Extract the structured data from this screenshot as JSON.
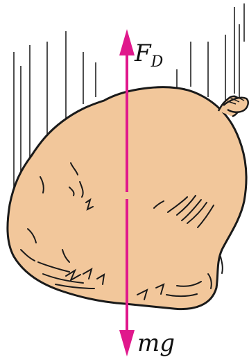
{
  "diagram": {
    "forces": {
      "drag": {
        "symbol": "F",
        "subscript": "D",
        "direction": "up"
      },
      "weight": {
        "text": "mg",
        "direction": "down"
      }
    },
    "colors": {
      "arrow": "#e0188c",
      "bag_fill": "#f2c79b",
      "outline": "#1a1a1a",
      "background": "#ffffff"
    },
    "icons": [
      "sack-icon",
      "motion-lines-icon",
      "arrow-up-icon",
      "arrow-down-icon"
    ]
  }
}
